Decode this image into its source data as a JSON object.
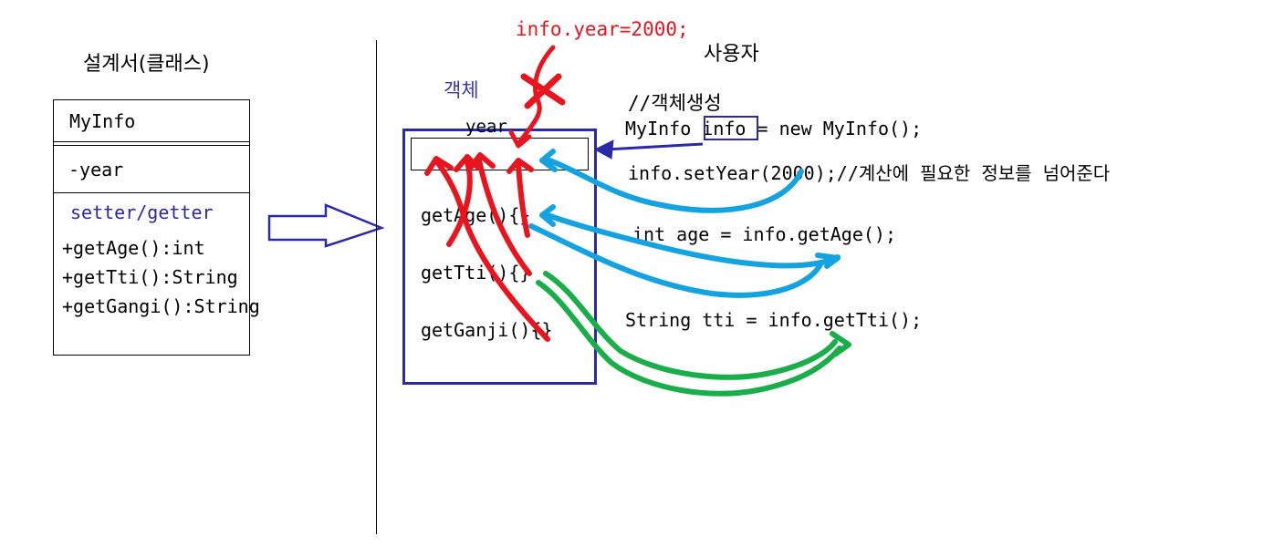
{
  "left": {
    "heading": "설계서(클래스)",
    "class_name": "MyInfo",
    "field": "-year",
    "section_label": "setter/getter",
    "methods": [
      "+getAge():int",
      "+getTti():String",
      "+getGangi():String"
    ]
  },
  "object": {
    "label": "객체",
    "field_name": "year",
    "methods": [
      "getAge(){}",
      "getTti(){}",
      "getGanji(){}"
    ]
  },
  "user": {
    "label": "사용자",
    "direct_access": "info.year=2000;",
    "comment": "//객체생성",
    "create_prefix": "MyInfo ",
    "create_var": "info",
    "create_suffix": " = new MyInfo();",
    "set_call": "info.setYear(2000);//계산에 필요한 정보를 넘어준다",
    "age_call": "int age = info.getAge();",
    "tti_call": "String tti = info.getTti();"
  },
  "colors": {
    "blue": "#2a2aa8",
    "red": "#e8141e",
    "cyan": "#14a3e0",
    "green": "#1aae4a",
    "mark_label": "#3a3ab8"
  }
}
